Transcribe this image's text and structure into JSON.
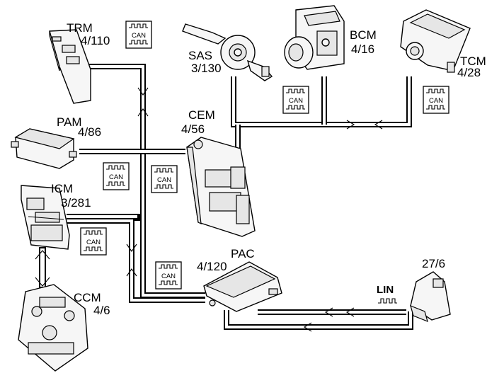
{
  "modules": {
    "trm": {
      "name": "TRM",
      "code": "4/110"
    },
    "sas": {
      "name": "SAS",
      "code": "3/130"
    },
    "bcm": {
      "name": "BCM",
      "code": "4/16"
    },
    "tcm": {
      "name": "TCM",
      "code": "4/28"
    },
    "pam": {
      "name": "PAM",
      "code": "4/86"
    },
    "cem": {
      "name": "CEM",
      "code": "4/56"
    },
    "icm": {
      "name": "ICM",
      "code": "3/281"
    },
    "pac": {
      "name": "PAC",
      "code": "4/120"
    },
    "ccm": {
      "name": "CCM",
      "code": "4/6"
    },
    "sensor": {
      "code": "27/6"
    }
  },
  "bus_labels": {
    "can": "CAN",
    "lin": "LIN"
  }
}
